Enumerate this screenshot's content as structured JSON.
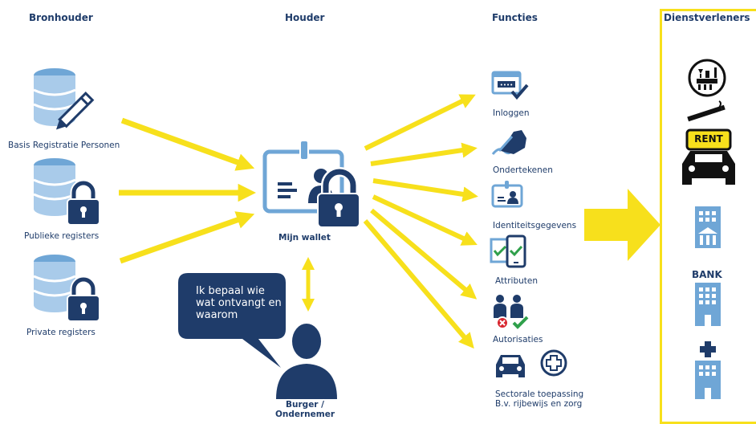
{
  "columns": {
    "bronhouder": "Bronhouder",
    "houder": "Houder",
    "functies": "Functies",
    "dienstverleners": "Dienstverleners"
  },
  "sources": [
    {
      "label": "Basis Registratie Personen",
      "icon": "database-pen-icon"
    },
    {
      "label": "Publieke registers",
      "icon": "database-lock-icon"
    },
    {
      "label": "Private registers",
      "icon": "database-lock-icon"
    }
  ],
  "wallet": {
    "label": "Mijn wallet",
    "icon": "id-card-lock-icon"
  },
  "citizen": {
    "label_line1": "Burger /",
    "label_line2": "Ondernemer",
    "icon": "person-icon"
  },
  "speech": {
    "text": "Ik bepaal wie wat ontvangt en waarom"
  },
  "functions": [
    {
      "label": "Inloggen",
      "icon": "login-window-icon"
    },
    {
      "label": "Ondertekenen",
      "icon": "signature-hand-icon"
    },
    {
      "label": "Identiteitsgegevens",
      "icon": "id-card-icon"
    },
    {
      "label": "Attributen",
      "icon": "phone-checklist-icon"
    },
    {
      "label": "Autorisaties",
      "icon": "persons-check-icon"
    },
    {
      "label": "Sectorale toepassing",
      "label2": "B.v. rijbewijs en zorg",
      "icon": "car-medical-icon"
    }
  ],
  "providers": [
    {
      "icon": "bar-icon"
    },
    {
      "icon": "cigarette-icon"
    },
    {
      "label": "RENT",
      "icon": "rental-car-icon"
    },
    {
      "icon": "government-building-icon"
    },
    {
      "label": "BANK",
      "icon": "bank-building-icon"
    },
    {
      "icon": "hospital-icon"
    }
  ],
  "colors": {
    "navy": "#1f3c6a",
    "arrow_yellow": "#f7e01c",
    "icon_blue": "#6fa6d6",
    "icon_light": "#a9cbea",
    "provider_border": "#f7e01c",
    "check_green": "#2fa04b",
    "cross_red": "#d8262f"
  }
}
